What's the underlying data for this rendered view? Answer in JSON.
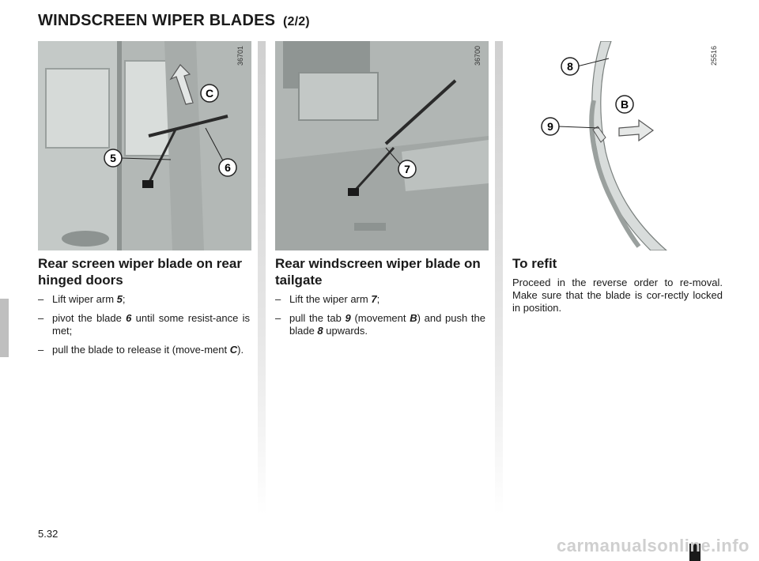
{
  "page": {
    "title": "WINDSCREEN WIPER BLADES",
    "title_suffix": "(2/2)",
    "page_number": "5.32",
    "watermark": "carmanualsonline.info"
  },
  "figures": [
    {
      "code": "36701",
      "callouts": [
        "C",
        "5",
        "6"
      ]
    },
    {
      "code": "36700",
      "callouts": [
        "7"
      ]
    },
    {
      "code": "25516",
      "callouts": [
        "8",
        "B",
        "9"
      ]
    }
  ],
  "sections": {
    "rear_doors": {
      "title": "Rear screen wiper blade on rear hinged doors",
      "steps": [
        {
          "dash": "–",
          "before": "Lift wiper arm ",
          "ref": "5",
          "after": ";"
        },
        {
          "dash": "–",
          "before": "pivot the blade ",
          "ref": "6",
          "after": " until some resist-ance is met;"
        },
        {
          "dash": "–",
          "before": "pull the blade to release it (move-ment ",
          "ref": "C",
          "after": ")."
        }
      ]
    },
    "tailgate": {
      "title": "Rear windscreen wiper blade on tailgate",
      "steps": [
        {
          "dash": "–",
          "before": "Lift the wiper arm ",
          "ref": "7",
          "after": ";"
        },
        {
          "dash": "–",
          "before": "pull the tab ",
          "ref": "9",
          "middle": " (movement ",
          "ref2": "B",
          "middle2": ") and push the blade ",
          "ref3": "8",
          "after": " upwards."
        }
      ]
    },
    "refit": {
      "title": "To refit",
      "text": "Proceed in the reverse order to re-moval. Make sure that the blade is cor-rectly locked in position."
    }
  },
  "colors": {
    "figure_bg": "#b3b8b6",
    "divider": "#d4d4d4",
    "side_tab": "#bfbfbf"
  }
}
